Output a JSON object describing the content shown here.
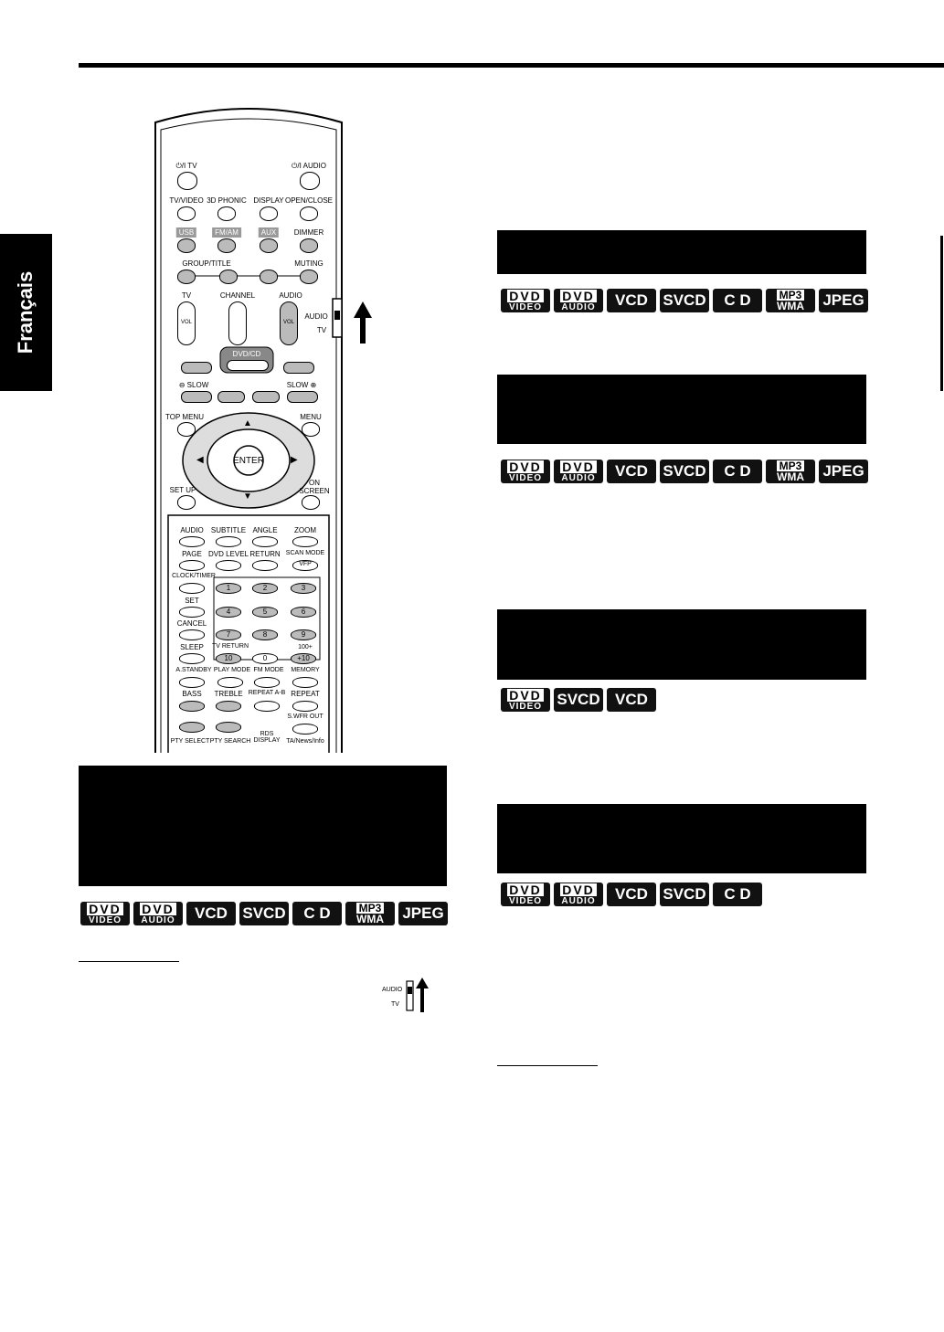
{
  "side_tab": {
    "label": "Français"
  },
  "remote": {
    "labels": {
      "tv_power": "⏻/I TV",
      "audio_power": "⏻/I AUDIO",
      "tv_video": "TV/VIDEO",
      "phonic": "3D PHONIC",
      "display": "DISPLAY",
      "open_close": "OPEN/CLOSE",
      "usb": "USB",
      "fm_am": "FM/AM",
      "aux": "AUX",
      "dimmer": "DIMMER",
      "group_title": "GROUP/TITLE",
      "muting": "MUTING",
      "tv": "TV",
      "channel": "CHANNEL",
      "audio_vol": "AUDIO",
      "vol_left": "VOL",
      "vol_right": "VOL",
      "switch_audio": "AUDIO",
      "switch_tv": "TV",
      "dvd_cd": "DVD/CD",
      "slow_left": "⊖ SLOW",
      "slow_right": "SLOW ⊕",
      "top_menu": "TOP MENU",
      "menu": "MENU",
      "enter": "ENTER",
      "set_up": "SET UP",
      "on_screen": "ON\nSCREEN",
      "audio": "AUDIO",
      "subtitle": "SUBTITLE",
      "angle": "ANGLE",
      "zoom": "ZOOM",
      "page": "PAGE",
      "dvd_level": "DVD LEVEL",
      "return": "RETURN",
      "scan_mode": "SCAN MODE",
      "vfp": "VFP",
      "clock_timer": "CLOCK/TIMER",
      "set": "SET",
      "cancel": "CANCEL",
      "sleep": "SLEEP",
      "tv_return": "TV RETURN",
      "hundred_plus": "100+",
      "a_standby": "A.STANDBY",
      "play_mode": "PLAY MODE",
      "fm_mode": "FM MODE",
      "memory": "MEMORY",
      "bass": "BASS",
      "treble": "TREBLE",
      "repeat_ab": "REPEAT A-B",
      "repeat": "REPEAT",
      "s_wfr_out": "S.WFR OUT",
      "pty_select": "PTY SELECT",
      "pty_search": "PTY SEARCH",
      "rds_display": "RDS\nDISPLAY",
      "ta_news": "TA/News/Info"
    },
    "numbers": [
      "1",
      "2",
      "3",
      "4",
      "5",
      "6",
      "7",
      "8",
      "9",
      "10",
      "0",
      "+10"
    ]
  },
  "small_switch": {
    "audio": "AUDIO",
    "tv": "TV"
  },
  "format_badges": {
    "dvd": "DVD",
    "video": "VIDEO",
    "audio": "AUDIO",
    "vcd": "VCD",
    "svcd": "SVCD",
    "cd": "C D",
    "mp3": "MP3",
    "wma": "WMA",
    "jpeg": "JPEG"
  }
}
